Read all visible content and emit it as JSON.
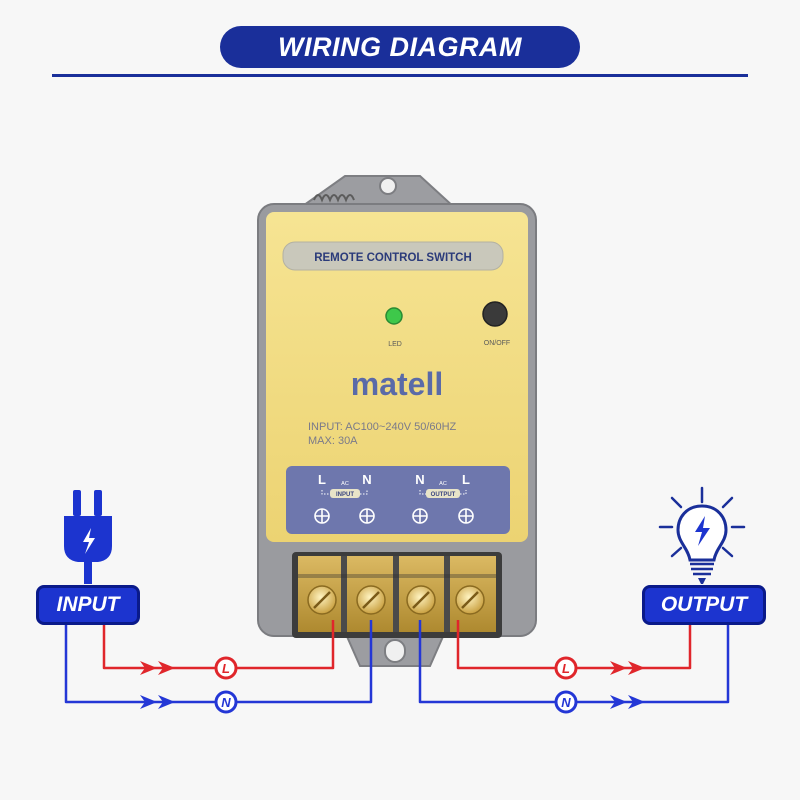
{
  "header": {
    "title": "WIRING DIAGRAM"
  },
  "device": {
    "panel_label": "REMOTE CONTROL SWITCH",
    "led_label": "LED",
    "onoff_label": "ON/OFF",
    "brand": "matell",
    "spec_input": "INPUT: AC100~240V  50/60HZ",
    "spec_max": "MAX: 30A",
    "terminal_input": {
      "left": "L",
      "right": "N",
      "ac": "AC",
      "label": "INPUT"
    },
    "terminal_output": {
      "left": "N",
      "right": "L",
      "ac": "AC",
      "label": "OUTPUT"
    }
  },
  "tags": {
    "input": "INPUT",
    "output": "OUTPUT"
  },
  "wires": {
    "input_live": "L",
    "input_neutral": "N",
    "output_live": "L",
    "output_neutral": "N"
  },
  "colors": {
    "brand_blue": "#1a2f9a",
    "tag_blue": "#1c34cf",
    "live_red": "#e0262b",
    "neutral_blue": "#2437d6",
    "device_yellow": "#f2dc7e",
    "device_grey": "#8f9094",
    "led_green": "#3ec84a"
  },
  "icons": [
    "plug-icon",
    "bulb-icon",
    "arrow-icon",
    "screw-icon"
  ]
}
